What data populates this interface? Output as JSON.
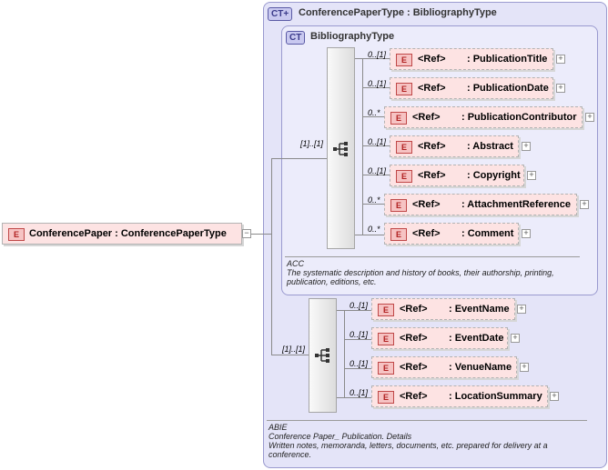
{
  "root": {
    "badge": "E",
    "label": "ConferencePaper : ConferencePaperType",
    "collapse": "−"
  },
  "outer_type": {
    "badge": "CT+",
    "title": "ConferencePaperType : BibliographyType",
    "note": [
      "ABIE",
      "Conference Paper_ Publication. Details",
      "Written notes, memoranda, letters, documents, etc. prepared for delivery at a",
      "conference."
    ]
  },
  "inner_type": {
    "badge": "CT",
    "title": "BibliographyType",
    "note": [
      "ACC",
      "The systematic description and history of books, their authorship, printing,",
      "publication, editions, etc."
    ]
  },
  "sequence_cardinality": [
    "[1]..[1]",
    "[1]..[1]"
  ],
  "inner_elements": [
    {
      "card": "0..[1]",
      "badge": "E",
      "ref": "<Ref>",
      "name": ": PublicationTitle",
      "plus": "+"
    },
    {
      "card": "0..[1]",
      "badge": "E",
      "ref": "<Ref>",
      "name": ": PublicationDate",
      "plus": "+"
    },
    {
      "card": "0..*",
      "badge": "E",
      "ref": "<Ref>",
      "name": ": PublicationContributor",
      "plus": "+"
    },
    {
      "card": "0..[1]",
      "badge": "E",
      "ref": "<Ref>",
      "name": ": Abstract",
      "plus": "+"
    },
    {
      "card": "0..[1]",
      "badge": "E",
      "ref": "<Ref>",
      "name": ": Copyright",
      "plus": "+"
    },
    {
      "card": "0..*",
      "badge": "E",
      "ref": "<Ref>",
      "name": ": AttachmentReference",
      "plus": "+"
    },
    {
      "card": "0..*",
      "badge": "E",
      "ref": "<Ref>",
      "name": ": Comment",
      "plus": "+"
    }
  ],
  "outer_elements": [
    {
      "card": "0..[1]",
      "badge": "E",
      "ref": "<Ref>",
      "name": ": EventName",
      "plus": "+"
    },
    {
      "card": "0..[1]",
      "badge": "E",
      "ref": "<Ref>",
      "name": ": EventDate",
      "plus": "+"
    },
    {
      "card": "0..[1]",
      "badge": "E",
      "ref": "<Ref>",
      "name": ": VenueName",
      "plus": "+"
    },
    {
      "card": "0..[1]",
      "badge": "E",
      "ref": "<Ref>",
      "name": ": LocationSummary",
      "plus": "+"
    }
  ]
}
